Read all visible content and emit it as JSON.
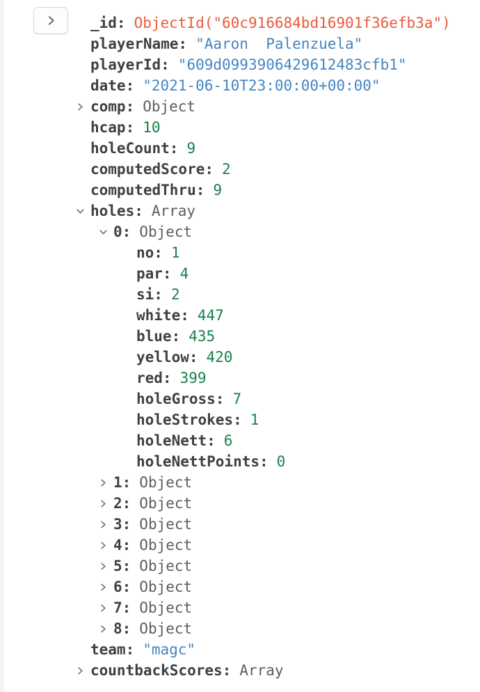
{
  "colors": {
    "key": "#3d4043",
    "string": "#4385c1",
    "number": "#16804a",
    "objectid": "#e85a3d",
    "shell": "#5a5e62",
    "chevron": "#697075",
    "panel_background": "#ffffff"
  },
  "expand_button": {
    "icon": "chevron-right-icon"
  },
  "document": {
    "rows": [
      {
        "key": "_id",
        "value": "ObjectId(\"60c916684bd16901f36efb3a\")",
        "type": "objectid",
        "indent": 0,
        "chevron": null
      },
      {
        "key": "playerName",
        "value": "\"Aaron  Palenzuela\"",
        "type": "string",
        "indent": 0,
        "chevron": null
      },
      {
        "key": "playerId",
        "value": "\"609d0993906429612483cfb1\"",
        "type": "string",
        "indent": 0,
        "chevron": null
      },
      {
        "key": "date",
        "value": "\"2021-06-10T23:00:00+00:00\"",
        "type": "string",
        "indent": 0,
        "chevron": null
      },
      {
        "key": "comp",
        "value": "Object",
        "type": "object",
        "indent": 0,
        "chevron": "collapsed"
      },
      {
        "key": "hcap",
        "value": "10",
        "type": "number",
        "indent": 0,
        "chevron": null
      },
      {
        "key": "holeCount",
        "value": "9",
        "type": "number",
        "indent": 0,
        "chevron": null
      },
      {
        "key": "computedScore",
        "value": "2",
        "type": "number",
        "indent": 0,
        "chevron": null
      },
      {
        "key": "computedThru",
        "value": "9",
        "type": "number",
        "indent": 0,
        "chevron": null
      },
      {
        "key": "holes",
        "value": "Array",
        "type": "array",
        "indent": 0,
        "chevron": "expanded"
      },
      {
        "key": "0",
        "value": "Object",
        "type": "object",
        "indent": 1,
        "chevron": "expanded"
      },
      {
        "key": "no",
        "value": "1",
        "type": "number",
        "indent": 2,
        "chevron": null
      },
      {
        "key": "par",
        "value": "4",
        "type": "number",
        "indent": 2,
        "chevron": null
      },
      {
        "key": "si",
        "value": "2",
        "type": "number",
        "indent": 2,
        "chevron": null
      },
      {
        "key": "white",
        "value": "447",
        "type": "number",
        "indent": 2,
        "chevron": null
      },
      {
        "key": "blue",
        "value": "435",
        "type": "number",
        "indent": 2,
        "chevron": null
      },
      {
        "key": "yellow",
        "value": "420",
        "type": "number",
        "indent": 2,
        "chevron": null
      },
      {
        "key": "red",
        "value": "399",
        "type": "number",
        "indent": 2,
        "chevron": null
      },
      {
        "key": "holeGross",
        "value": "7",
        "type": "number",
        "indent": 2,
        "chevron": null
      },
      {
        "key": "holeStrokes",
        "value": "1",
        "type": "number",
        "indent": 2,
        "chevron": null
      },
      {
        "key": "holeNett",
        "value": "6",
        "type": "number",
        "indent": 2,
        "chevron": null
      },
      {
        "key": "holeNettPoints",
        "value": "0",
        "type": "number",
        "indent": 2,
        "chevron": null
      },
      {
        "key": "1",
        "value": "Object",
        "type": "object",
        "indent": 1,
        "chevron": "collapsed"
      },
      {
        "key": "2",
        "value": "Object",
        "type": "object",
        "indent": 1,
        "chevron": "collapsed"
      },
      {
        "key": "3",
        "value": "Object",
        "type": "object",
        "indent": 1,
        "chevron": "collapsed"
      },
      {
        "key": "4",
        "value": "Object",
        "type": "object",
        "indent": 1,
        "chevron": "collapsed"
      },
      {
        "key": "5",
        "value": "Object",
        "type": "object",
        "indent": 1,
        "chevron": "collapsed"
      },
      {
        "key": "6",
        "value": "Object",
        "type": "object",
        "indent": 1,
        "chevron": "collapsed"
      },
      {
        "key": "7",
        "value": "Object",
        "type": "object",
        "indent": 1,
        "chevron": "collapsed"
      },
      {
        "key": "8",
        "value": "Object",
        "type": "object",
        "indent": 1,
        "chevron": "collapsed"
      },
      {
        "key": "team",
        "value": "\"magc\"",
        "type": "string",
        "indent": 0,
        "chevron": null
      },
      {
        "key": "countbackScores",
        "value": "Array",
        "type": "array",
        "indent": 0,
        "chevron": "collapsed"
      }
    ]
  }
}
